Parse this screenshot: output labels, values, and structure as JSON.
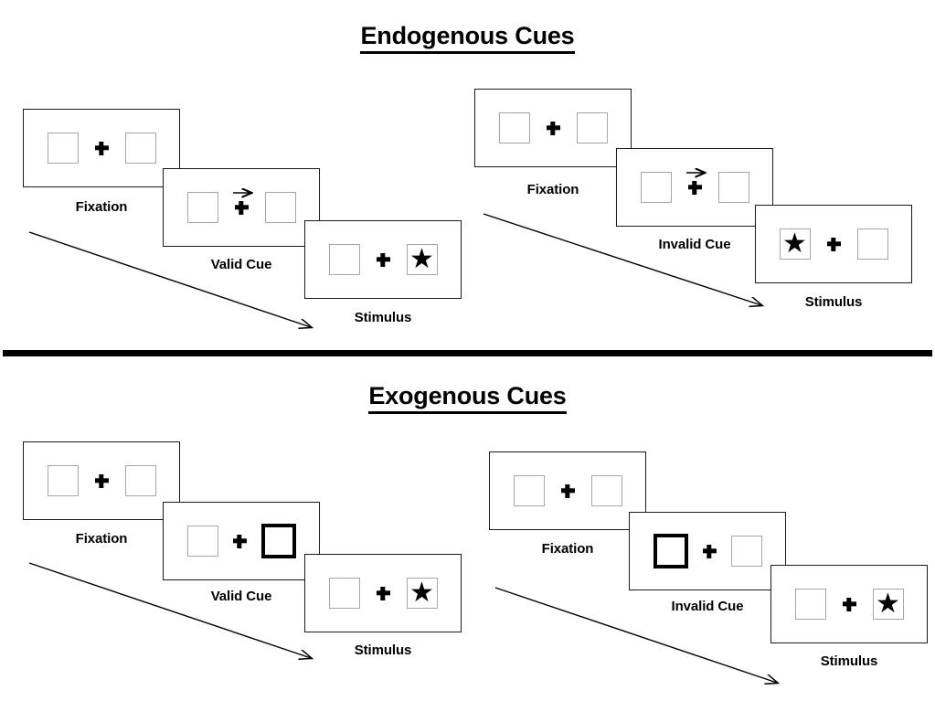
{
  "figure": {
    "title_top": "Endogenous Cues",
    "title_bottom": "Exogenous Cues"
  },
  "sections": [
    {
      "id": "endogenous",
      "title": "Endogenous Cues",
      "streams": [
        {
          "id": "endogenous-valid",
          "cue_type": "central-arrow",
          "panels": [
            {
              "caption": "Fixation",
              "left_box": "empty",
              "right_box": "empty",
              "arrow_cue": "none",
              "target": "none"
            },
            {
              "caption": "Valid Cue",
              "left_box": "empty",
              "right_box": "empty",
              "arrow_cue": "right",
              "target": "none"
            },
            {
              "caption": "Stimulus",
              "left_box": "empty",
              "right_box": "star",
              "arrow_cue": "none",
              "target": "right"
            }
          ]
        },
        {
          "id": "endogenous-invalid",
          "cue_type": "central-arrow",
          "panels": [
            {
              "caption": "Fixation",
              "left_box": "empty",
              "right_box": "empty",
              "arrow_cue": "none",
              "target": "none"
            },
            {
              "caption": "Invalid Cue",
              "left_box": "empty",
              "right_box": "empty",
              "arrow_cue": "right",
              "target": "none"
            },
            {
              "caption": "Stimulus",
              "left_box": "star",
              "right_box": "empty",
              "arrow_cue": "none",
              "target": "left"
            }
          ]
        }
      ]
    },
    {
      "id": "exogenous",
      "title": "Exogenous Cues",
      "streams": [
        {
          "id": "exogenous-valid",
          "cue_type": "peripheral-flash",
          "panels": [
            {
              "caption": "Fixation",
              "left_box": "empty",
              "right_box": "empty",
              "arrow_cue": "none",
              "target": "none"
            },
            {
              "caption": "Valid Cue",
              "left_box": "empty",
              "right_box": "highlight",
              "arrow_cue": "none",
              "target": "none"
            },
            {
              "caption": "Stimulus",
              "left_box": "empty",
              "right_box": "star",
              "arrow_cue": "none",
              "target": "right"
            }
          ]
        },
        {
          "id": "exogenous-invalid",
          "cue_type": "peripheral-flash",
          "panels": [
            {
              "caption": "Fixation",
              "left_box": "empty",
              "right_box": "empty",
              "arrow_cue": "none",
              "target": "none"
            },
            {
              "caption": "Invalid Cue",
              "left_box": "highlight",
              "right_box": "empty",
              "arrow_cue": "none",
              "target": "none"
            },
            {
              "caption": "Stimulus",
              "left_box": "empty",
              "right_box": "star",
              "arrow_cue": "none",
              "target": "right"
            }
          ]
        }
      ]
    }
  ],
  "labels": {
    "fixation": "Fixation",
    "valid_cue": "Valid Cue",
    "invalid_cue": "Invalid Cue",
    "stimulus": "Stimulus"
  },
  "glyphs": {
    "star": "★",
    "plus": "plus-fixation-cross",
    "cue_arrow": "arrow-right-small",
    "flow_arrow": "arrow-diagonal-time"
  },
  "colors": {
    "ink": "#000000",
    "panel_border": "#1a1a1a",
    "box_border": "#a6a6a6",
    "box_border_highlight": "#000000",
    "background": "#ffffff"
  }
}
